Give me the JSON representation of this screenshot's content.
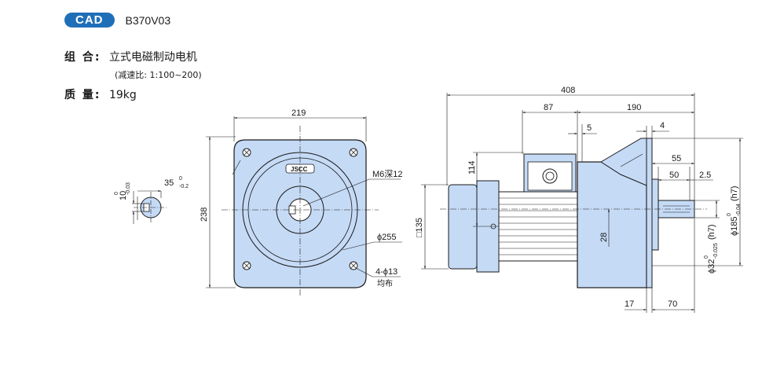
{
  "header": {
    "badge": "CAD",
    "model": "B370V03"
  },
  "spec": {
    "combo_label": "组 合:",
    "combo_value": "立式电磁制动电机",
    "ratio_note": "(减速比: 1:100~200)",
    "mass_label": "质 量:",
    "mass_value": "19kg"
  },
  "shaft": {
    "key_width": "10",
    "key_width_tol_upper": "0",
    "key_width_tol_lower": "-0.03",
    "key_depth": "35",
    "key_depth_tol_upper": "0",
    "key_depth_tol_lower": "-0.2"
  },
  "front": {
    "width": "219",
    "height": "238",
    "thread": "M6深12",
    "pcd": "ϕ255",
    "holes": "4-ϕ13",
    "holes_note": "均布",
    "logo": "JSCC"
  },
  "side": {
    "overall": "408",
    "d87": "87",
    "d190": "190",
    "d5": "5",
    "d4": "4",
    "d55": "55",
    "d50": "50",
    "d2_5": "2.5",
    "d114": "114",
    "sq135": "□135",
    "d28": "28",
    "d17": "17",
    "d70": "70",
    "shaft_dia": "ϕ32",
    "shaft_tol": "-0.025",
    "shaft_tol_upper": "0",
    "shaft_fit": "(h7)",
    "spigot_dia": "ϕ185",
    "spigot_tol": "-0.04",
    "spigot_tol_upper": "0",
    "spigot_fit": "(h7)"
  },
  "colors": {
    "accent": "#1f6fb8",
    "fill": "#c5daf5",
    "line": "#1a1a1a"
  }
}
